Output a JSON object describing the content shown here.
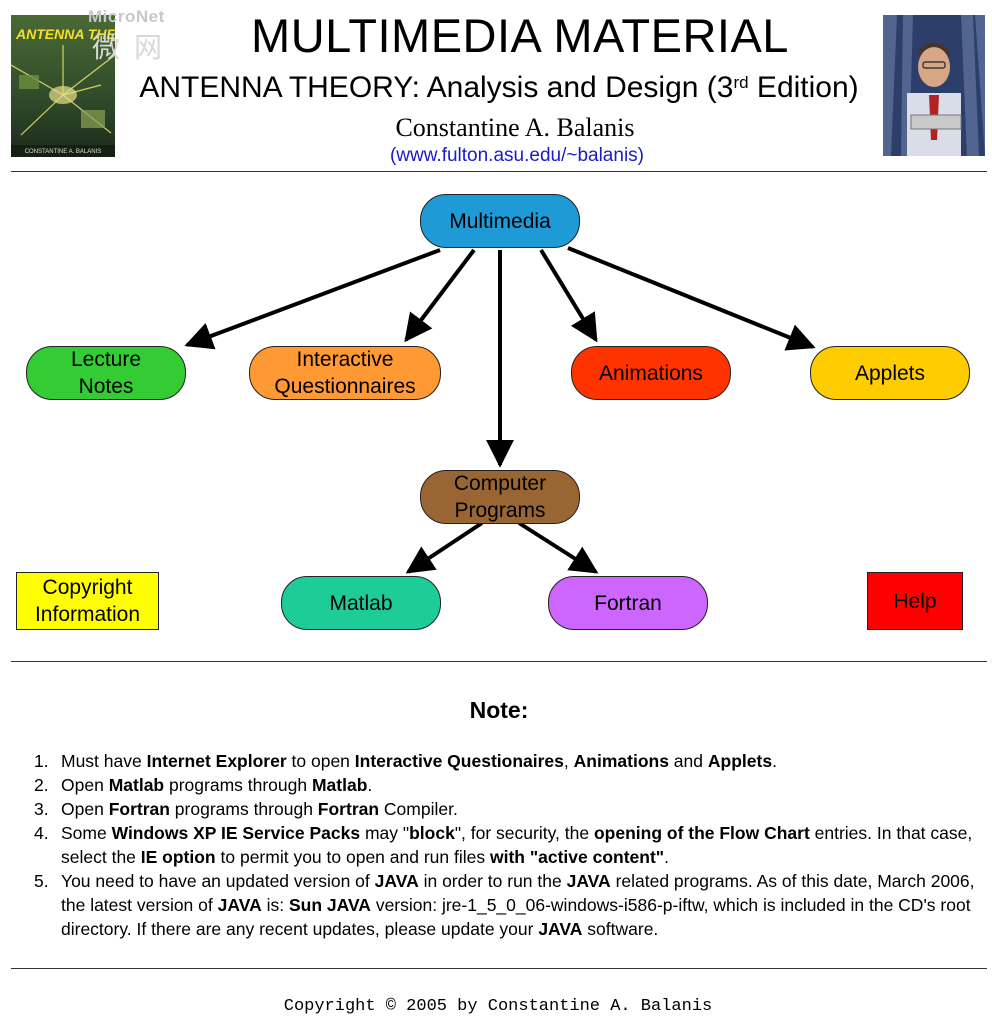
{
  "header": {
    "watermark": "MicroNet",
    "watermark_cn": "微网",
    "title": "MULTIMEDIA MATERIAL",
    "subtitle_pre": "ANTENNA THEORY: Analysis and Design (3",
    "subtitle_sup": "rd",
    "subtitle_post": " Edition)",
    "author": "Constantine A. Balanis",
    "url": "(www.fulton.asu.edu/~balanis)",
    "cover_title": "ANTENNA THEORY",
    "cover_author": "CONSTANTINE A. BALANIS"
  },
  "flowchart": {
    "root": "Multimedia",
    "lecture_notes": "Lecture\nNotes",
    "interactive_questionnaires": "Interactive\nQuestionnaires",
    "animations": "Animations",
    "applets": "Applets",
    "computer_programs": "Computer\nPrograms",
    "matlab": "Matlab",
    "fortran": "Fortran",
    "copyright_information": "Copyright\nInformation",
    "help": "Help"
  },
  "colors": {
    "multimedia": "#1e9ad6",
    "lecture_notes": "#33cc33",
    "interactive_questionnaires": "#ff9933",
    "animations": "#ff3300",
    "applets": "#ffcc00",
    "computer_programs": "#996633",
    "matlab": "#1ecc99",
    "fortran": "#cc66ff",
    "copyright": "#ffff00",
    "help": "#ff0000"
  },
  "note": {
    "title": "Note:",
    "items": [
      [
        {
          "t": "Must have "
        },
        {
          "t": "Internet Explorer",
          "b": true
        },
        {
          "t": " to open "
        },
        {
          "t": "Interactive Questionaires",
          "b": true
        },
        {
          "t": ", "
        },
        {
          "t": "Animations",
          "b": true
        },
        {
          "t": " and "
        },
        {
          "t": "Applets",
          "b": true
        },
        {
          "t": "."
        }
      ],
      [
        {
          "t": "Open "
        },
        {
          "t": "Matlab",
          "b": true
        },
        {
          "t": " programs through "
        },
        {
          "t": "Matlab",
          "b": true
        },
        {
          "t": "."
        }
      ],
      [
        {
          "t": "Open "
        },
        {
          "t": "Fortran",
          "b": true
        },
        {
          "t": " programs through "
        },
        {
          "t": "Fortran",
          "b": true
        },
        {
          "t": " Compiler."
        }
      ],
      [
        {
          "t": "Some "
        },
        {
          "t": "Windows XP IE Service Packs",
          "b": true
        },
        {
          "t": " may \""
        },
        {
          "t": "block",
          "b": true
        },
        {
          "t": "\", for security, the "
        },
        {
          "t": "opening of the Flow Chart",
          "b": true
        },
        {
          "t": " entries. In that case, select the "
        },
        {
          "t": "IE option",
          "b": true
        },
        {
          "t": " to permit you to open and run files "
        },
        {
          "t": "with \"active content\"",
          "b": true
        },
        {
          "t": "."
        }
      ],
      [
        {
          "t": "You need to have an updated version of "
        },
        {
          "t": "JAVA",
          "b": true
        },
        {
          "t": " in order to run the "
        },
        {
          "t": "JAVA",
          "b": true
        },
        {
          "t": " related programs. As of this date, March 2006, the latest version of "
        },
        {
          "t": "JAVA",
          "b": true
        },
        {
          "t": " is: "
        },
        {
          "t": "Sun JAVA",
          "b": true
        },
        {
          "t": " version: jre-1_5_0_06-windows-i586-p-iftw, which is included in the CD's root directory. If there are any recent updates, please update your "
        },
        {
          "t": "JAVA",
          "b": true
        },
        {
          "t": " software."
        }
      ]
    ]
  },
  "footer": "Copyright © 2005 by Constantine A. Balanis"
}
